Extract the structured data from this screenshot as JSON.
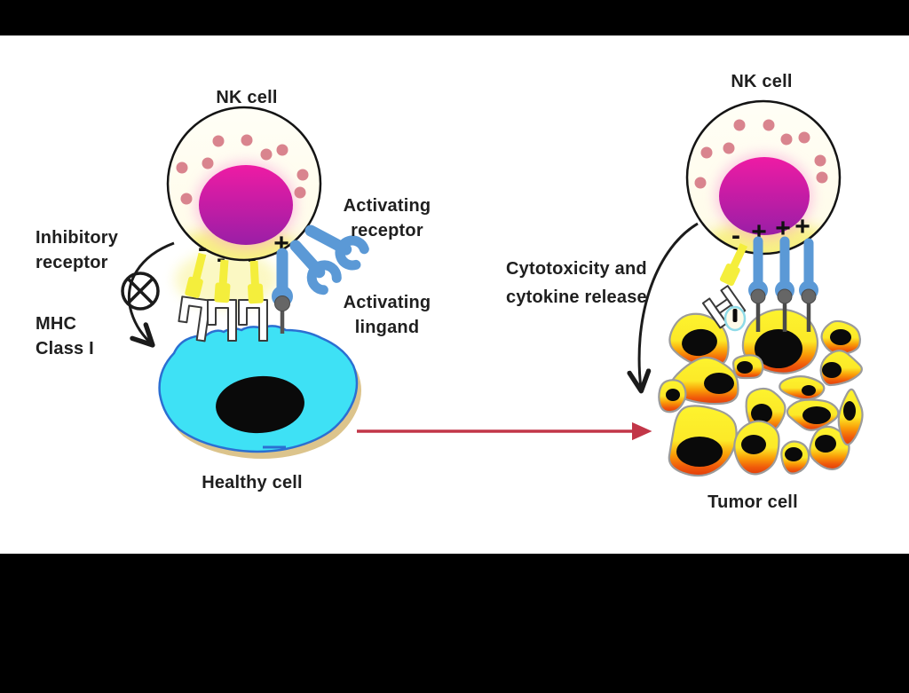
{
  "figure": {
    "type": "biology-diagram",
    "description_visible_text_only": true
  },
  "left_panel": {
    "nk_cell_label": "NK cell",
    "inhibitory_receptor_label_line1": "Inhibitory",
    "inhibitory_receptor_label_line2": "receptor",
    "mhc_label_line1": "MHC",
    "mhc_label_line2": "Class I",
    "activating_receptor_label_line1": "Activating",
    "activating_receptor_label_line2": "receptor",
    "activating_ligand_label_line1": "Activating",
    "activating_ligand_label_line2": "lingand",
    "healthy_cell_label": "Healthy cell",
    "membrane_signs": [
      "-",
      "-",
      "-",
      "+"
    ]
  },
  "right_panel": {
    "nk_cell_label": "NK cell",
    "cytotoxicity_label_line1": "Cytotoxicity and",
    "cytotoxicity_label_line2": "cytokine release",
    "tumor_cell_label": "Tumor cell",
    "membrane_signs": [
      "-",
      "+",
      "+",
      "+"
    ]
  },
  "colors": {
    "background": "#000000",
    "panel": "#ffffff",
    "text": "#1f1f1f",
    "nk_membrane_fill": "#fffdf0",
    "nk_membrane_outline": "#141414",
    "nk_glow_yellow": "#f6ee6a",
    "nucleus_top": "#ee1ba4",
    "nucleus_bottom": "#9a1ea6",
    "nucleus_halo": "#f9a3d8",
    "granule_pink": "#d9848e",
    "inhibitory_receptor_yellow": "#f4ee3c",
    "activating_receptor_blue": "#5b99d6",
    "ligand_gray": "#5f5f5f",
    "mhc_white": "#ffffff",
    "mhc_outline": "#3a3a3a",
    "healthy_cell_fill": "#3ee1f5",
    "healthy_cell_outline": "#2b6fd2",
    "cell_shadow_tan": "#dcc48c",
    "cell_nucleus_black": "#0a0a0a",
    "tumor_yellow": "#fdf32e",
    "tumor_orange": "#fa9d07",
    "tumor_red": "#e33d09",
    "tumor_outline": "#9b9b9b",
    "arrow_red": "#c23648",
    "arrow_black": "#1b1b1b"
  }
}
